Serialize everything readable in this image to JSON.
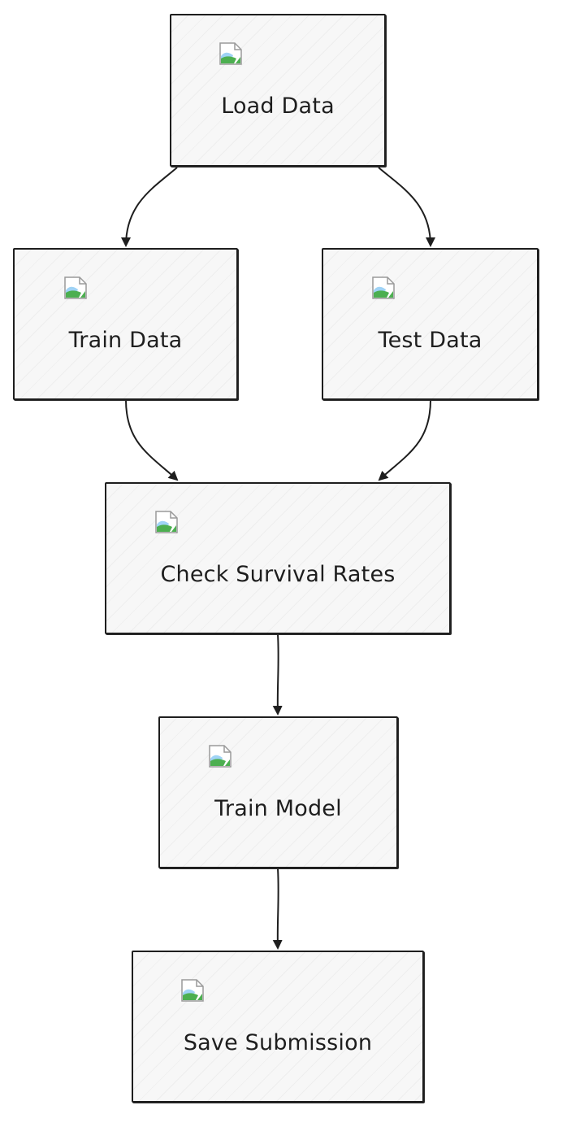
{
  "diagram": {
    "nodes": [
      {
        "id": "load-data",
        "label": "Load Data",
        "icon": "broken-image-icon"
      },
      {
        "id": "train-data",
        "label": "Train Data",
        "icon": "broken-image-icon"
      },
      {
        "id": "test-data",
        "label": "Test Data",
        "icon": "broken-image-icon"
      },
      {
        "id": "check-survival-rates",
        "label": "Check Survival Rates",
        "icon": "broken-image-icon"
      },
      {
        "id": "train-model",
        "label": "Train Model",
        "icon": "broken-image-icon"
      },
      {
        "id": "save-submission",
        "label": "Save Submission",
        "icon": "broken-image-icon"
      }
    ],
    "edges": [
      {
        "from": "load-data",
        "to": "train-data"
      },
      {
        "from": "load-data",
        "to": "test-data"
      },
      {
        "from": "train-data",
        "to": "check-survival-rates"
      },
      {
        "from": "test-data",
        "to": "check-survival-rates"
      },
      {
        "from": "check-survival-rates",
        "to": "train-model"
      },
      {
        "from": "train-model",
        "to": "save-submission"
      }
    ],
    "colors": {
      "stroke": "#1e1e1e",
      "fill": "#f7f7f7",
      "icon_green": "#4caf50",
      "icon_blue": "#9fd3f5"
    }
  }
}
